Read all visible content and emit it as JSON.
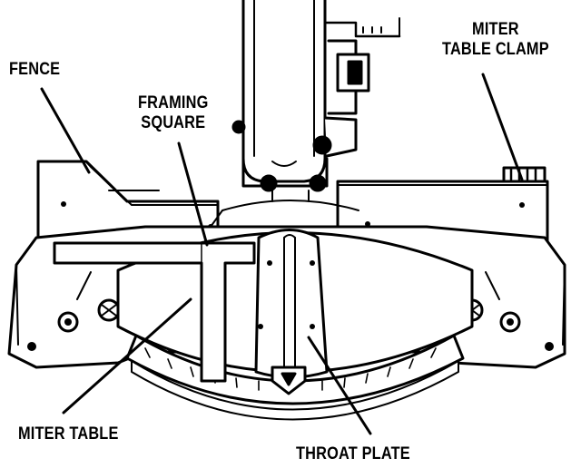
{
  "labels": {
    "fence": "FENCE",
    "framing_square_line1": "FRAMING",
    "framing_square_line2": "SQUARE",
    "miter_table_clamp_line1": "MITER",
    "miter_table_clamp_line2": "TABLE CLAMP",
    "miter_table": "MITER TABLE",
    "throat_plate": "THROAT PLATE"
  },
  "colors": {
    "ink": "#000000",
    "paper": "#ffffff"
  }
}
